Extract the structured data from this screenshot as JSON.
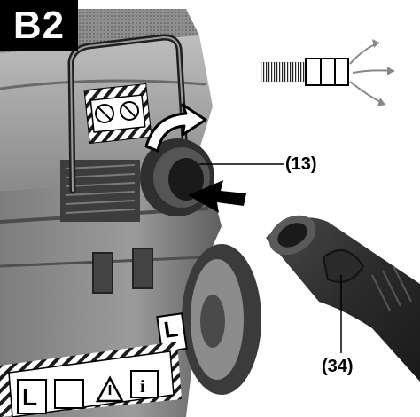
{
  "figure": {
    "badge": "B2",
    "callouts": [
      {
        "id": "13",
        "text": "(13)"
      },
      {
        "id": "34",
        "text": "(34)"
      }
    ],
    "label_letters": [
      "L",
      "L"
    ]
  },
  "colors": {
    "badge_bg": "#000000",
    "body_dark": "#6a6a6a",
    "body_light": "#9a9a9a",
    "ink": "#000000"
  }
}
